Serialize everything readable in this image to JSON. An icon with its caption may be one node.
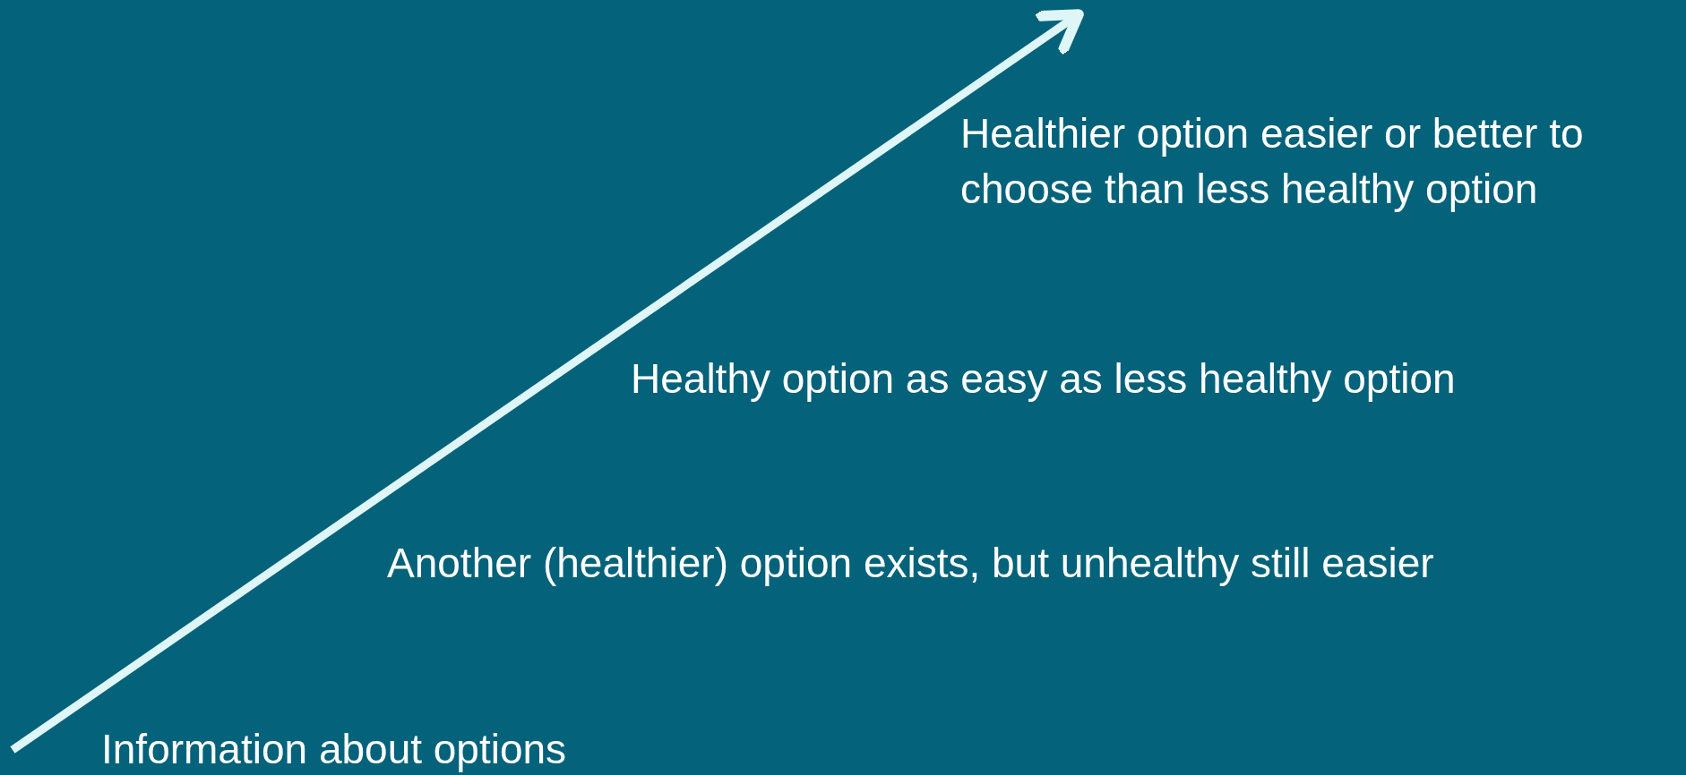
{
  "diagram": {
    "labels": [
      "Healthier option easier or better to choose than less healthy option",
      "Healthy option as easy as less healthy option",
      "Another (healthier) option exists, but unhealthy still easier",
      "Information about options"
    ]
  }
}
